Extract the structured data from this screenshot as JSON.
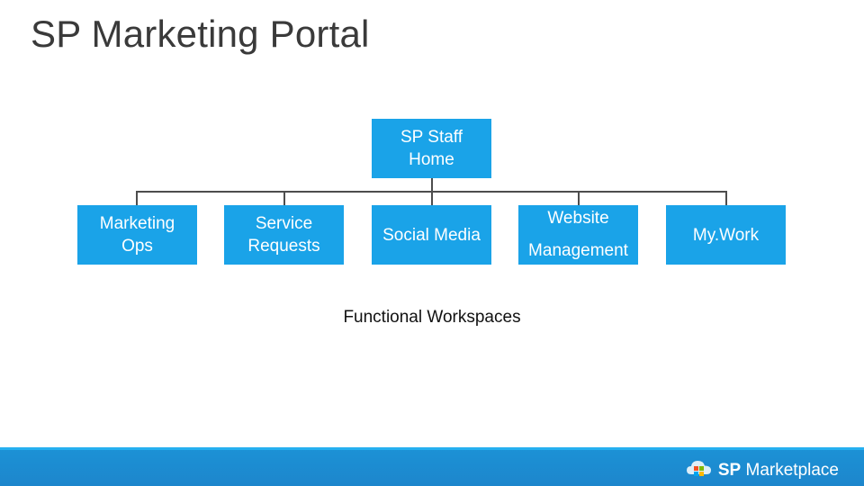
{
  "slide": {
    "title": "SP Marketing Portal",
    "caption": "Functional Workspaces"
  },
  "org_chart": {
    "root": {
      "label": "SP Staff\nHome"
    },
    "children": [
      {
        "label": "Marketing\nOps"
      },
      {
        "label": "Service\nRequests"
      },
      {
        "label": "Social Media"
      },
      {
        "label": "Website\nManagement"
      },
      {
        "label": "My.Work"
      }
    ]
  },
  "footer": {
    "brand_prefix": "SP",
    "brand_suffix": "Marketplace",
    "logo_icon": "cloud-windows-icon"
  },
  "colors": {
    "box": "#1aa3e8",
    "footer": "#1d8ad0",
    "connector": "#4d4d4d",
    "title_text": "#3a3a3a"
  }
}
